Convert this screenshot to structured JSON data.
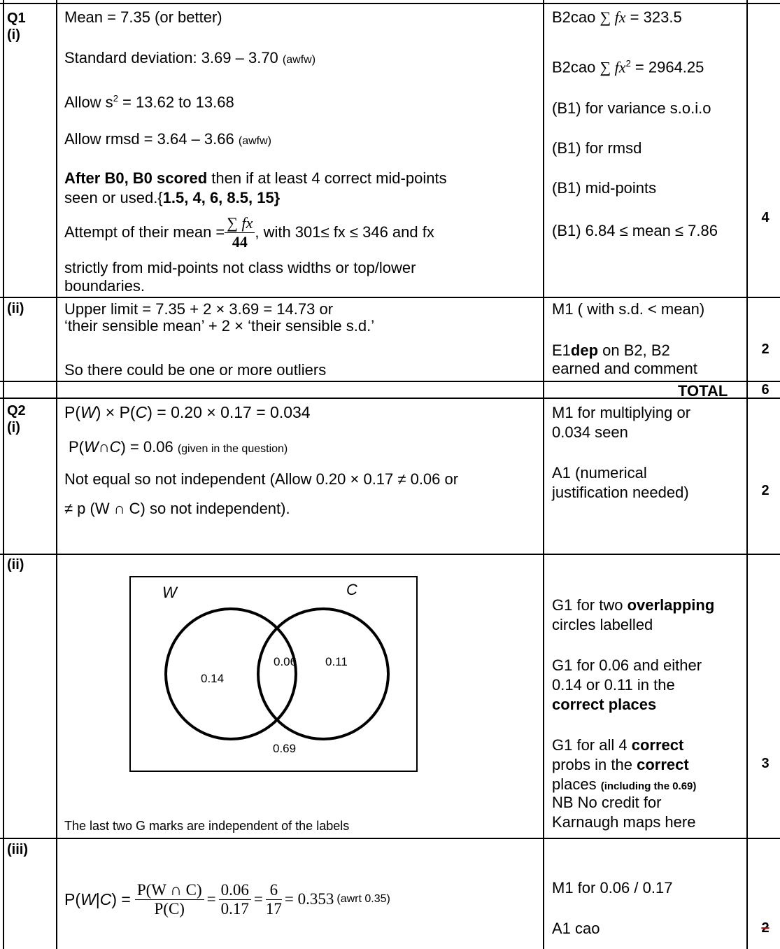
{
  "q1": {
    "label_q": "Q1",
    "label_part_i": "(i)",
    "mean": "Mean = 7.35 (or better)",
    "sd": "Standard deviation: 3.69 – 3.70",
    "sd_awfw": "(awfw)",
    "s2_prefix": "Allow s",
    "s2_sup": "2",
    "s2_suffix": " = 13.62 to 13.68",
    "rmsd": "Allow rmsd  =  3.64 – 3.66",
    "rmsd_awfw": "(awfw)",
    "after_bold": "After B0, B0 scored",
    "after_rest": " then if at least 4 correct mid-points",
    "seen_used": "seen or used.{",
    "midpoints_list": "1.5, 4, 6, 8.5, 15}",
    "attempt_prefix": "Attempt of their mean = ",
    "frac_num": "∑ fx",
    "frac_den": "44",
    "attempt_suffix": " , with 301≤  fx  ≤  346 and fx",
    "strictly": "strictly from mid-points not class widths or top/lower",
    "boundaries": "boundaries.",
    "m1_prefix": "B2cao ",
    "m1_sum": "∑ fx",
    "m1_suffix": " = 323.5",
    "m2_prefix": "B2cao ",
    "m2_sum": "∑ fx",
    "m2_sup": "2",
    "m2_suffix": " = 2964.25",
    "m3": "(B1) for variance s.o.i.o",
    "m4": "(B1) for rmsd",
    "m5": "(B1) mid-points",
    "m6": "(B1) 6.84 ≤ mean ≤ 7.86",
    "marks": "4"
  },
  "q1ii": {
    "label": "(ii)",
    "line1": "Upper limit = 7.35 + 2 × 3.69 = 14.73 or",
    "line2": "‘their sensible mean’ + 2 × ‘their sensible s.d.’",
    "line3": "So there could be one or more outliers",
    "m1": "M1 ( with s.d. < mean)",
    "m2_prefix": "E1",
    "m2_bold": "dep",
    "m2_suffix": " on B2, B2",
    "m2_line2": "earned and comment",
    "marks": "2"
  },
  "total": {
    "label": "TOTAL",
    "value": "6"
  },
  "q2": {
    "label_q": "Q2",
    "label_part_i": "(i)",
    "line1_a": "P(",
    "line1_w": "W",
    "line1_b": ") × P(",
    "line1_c": "C",
    "line1_d": ") = 0.20 × 0.17 = 0.034",
    "line2_a": "P(",
    "line2_w": "W",
    "line2_cap": "∩",
    "line2_c": "C",
    "line2_b": ") = 0.06",
    "line2_note": "(given in the question)",
    "line3": "Not equal so not independent (Allow 0.20 × 0.17 ≠ 0.06 or",
    "line4": "≠  p (W ∩ C) so not independent).",
    "m1_l1": "M1 for multiplying or",
    "m1_l2": "0.034 seen",
    "m2_l1": "A1 (numerical",
    "m2_l2": "justification needed)",
    "marks": "2"
  },
  "q2ii": {
    "label": "(ii)",
    "venn_w": "W",
    "venn_c": "C",
    "venn_w_only": "0.14",
    "venn_both": "0.06",
    "venn_c_only": "0.11",
    "venn_outside": "0.69",
    "note": "The last two G marks are independent of the labels",
    "g1_a": "G1 for two ",
    "g1_bold": "overlapping",
    "g1_b": "circles labelled",
    "g2_a": "G1 for 0.06 and either",
    "g2_b": "0.14 or 0.11 in the",
    "g2_bold": "correct places",
    "g3_a": "G1 for all 4 ",
    "g3_bold1": "correct",
    "g3_b": "probs in the ",
    "g3_bold2": "correct",
    "g3_c": "places ",
    "g3_small": "(including the 0.69)",
    "g3_d": "NB No credit for",
    "g3_e": "Karnaugh maps here",
    "marks": "3"
  },
  "q2iii": {
    "label": "(iii)",
    "lhs_a": "P(",
    "lhs_w": "W",
    "lhs_bar": "|",
    "lhs_c": "C",
    "lhs_b": ") = ",
    "f1_num": "P(W ∩ C)",
    "f1_den": "P(C)",
    "f2_num": "0.06",
    "f2_den": "0.17",
    "f3_num": "6",
    "f3_den": "17",
    "result": "= 0.353",
    "awrt": "(awrt 0.35)",
    "m1": "M1 for 0.06 / 0.17",
    "m2": "A1 cao",
    "marks": "2"
  }
}
